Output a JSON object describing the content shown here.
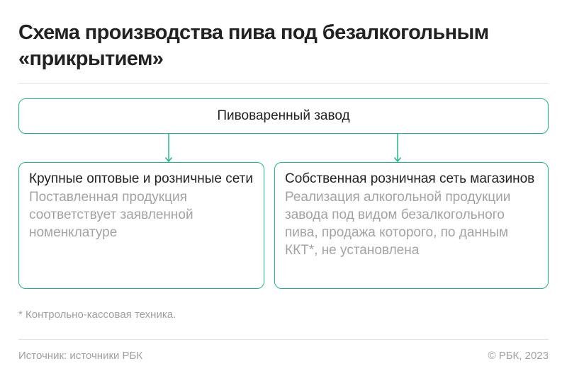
{
  "title": "Схема производства пива под безалкогольным «прикрытием»",
  "colors": {
    "accent": "#1fb88b",
    "text": "#222222",
    "muted": "#a3a3a3",
    "divider": "#e3e3e3"
  },
  "diagram": {
    "root": {
      "label": "Пивоваренный завод"
    },
    "children": [
      {
        "title": "Крупные оптовые и розничные сети",
        "description": "Поставленная продукция соответствует заявленной номенклатуре"
      },
      {
        "title": "Собственная розничная сеть магазинов",
        "description": "Реализация алкогольной продукции завода под видом безалкогольного пива, продажа которого, по данным ККТ*, не установлена"
      }
    ],
    "edges": [
      {
        "from": "Пивоваренный завод",
        "to": "Крупные оптовые и розничные сети"
      },
      {
        "from": "Пивоваренный завод",
        "to": "Собственная розничная сеть магазинов"
      }
    ]
  },
  "footnote": "* Контрольно-кассовая техника.",
  "footer": {
    "source": "Источник: источники РБК",
    "copyright": "© РБК, 2023"
  }
}
